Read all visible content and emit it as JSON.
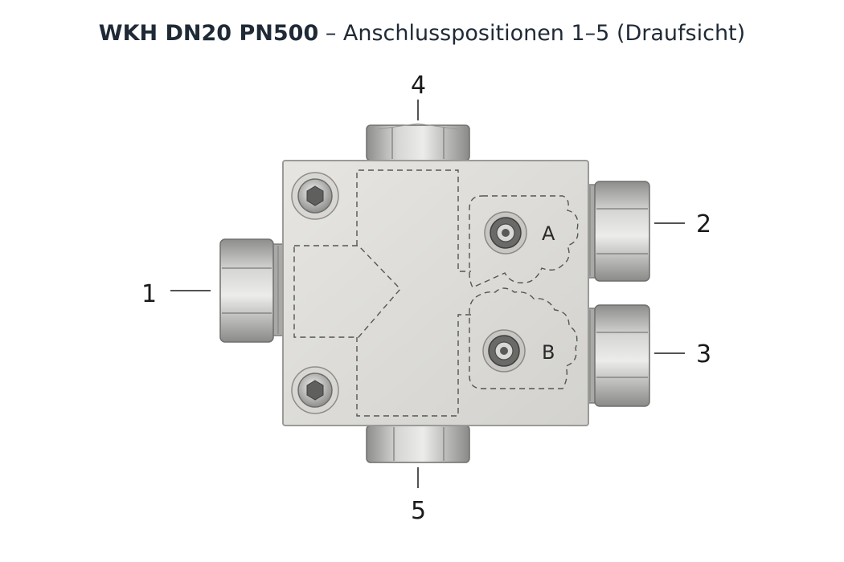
{
  "title": {
    "bold": "WKH DN20 PN500",
    "rest": " – Anschlusspositionen 1–5 (Draufsicht)"
  },
  "ports": [
    "1",
    "2",
    "3",
    "4",
    "5"
  ],
  "valves": [
    "A",
    "B"
  ],
  "colors": {
    "body": "#dddcd8",
    "body_edge": "#9c9a96",
    "fitting": "#b9b9b7",
    "dashed_line": "#555555",
    "text": "#1a1a1a"
  }
}
